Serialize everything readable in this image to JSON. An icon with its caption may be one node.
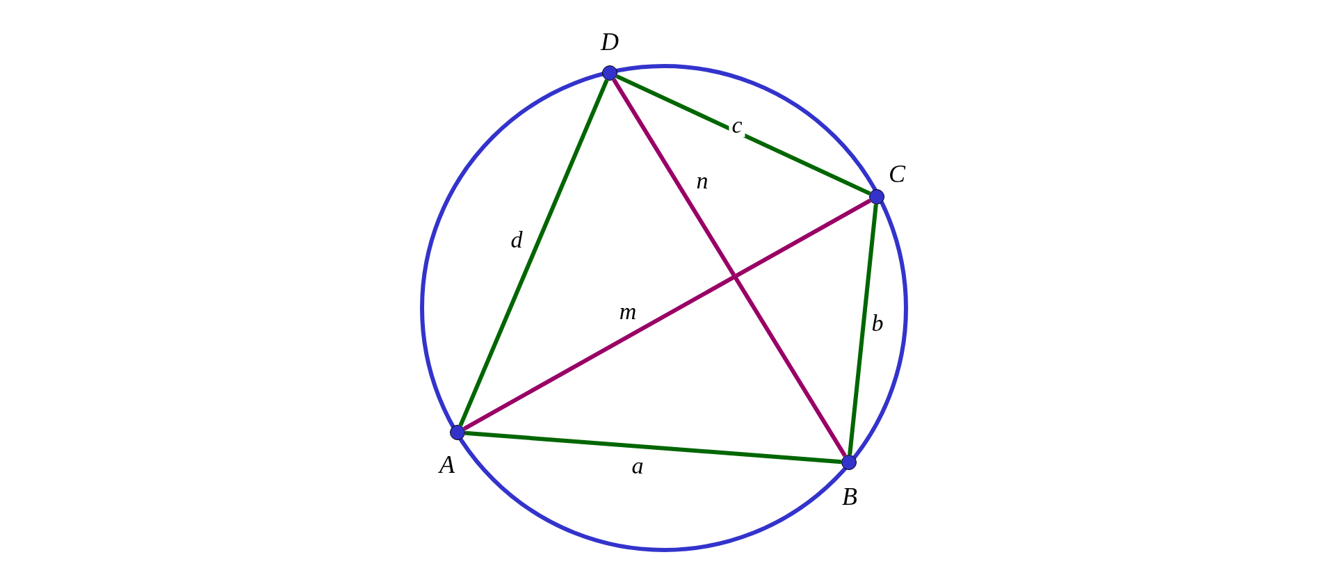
{
  "diagram": {
    "nodes": [
      {
        "text": [],
        "shape": "circle",
        "beside": [
          "A"
        ]
      },
      {
        "text": [],
        "shape": "circle",
        "beside": [
          "B"
        ]
      },
      {
        "text": [],
        "shape": "circle",
        "beside": [
          "C"
        ]
      },
      {
        "text": [],
        "shape": "circle",
        "beside": [
          "D"
        ]
      }
    ],
    "edges": [
      {
        "from": 0,
        "to": 1,
        "arrow": "none",
        "label": "a"
      },
      {
        "from": 1,
        "to": 2,
        "arrow": "none",
        "label": "b"
      },
      {
        "from": 2,
        "to": 3,
        "arrow": "none",
        "label": "c"
      },
      {
        "from": 3,
        "to": 0,
        "arrow": "none",
        "label": "d"
      },
      {
        "from": 0,
        "to": 2,
        "arrow": "none",
        "label": "m",
        "color": "#990066"
      },
      {
        "from": 3,
        "to": 1,
        "arrow": "none",
        "label": "n",
        "color": "#990066"
      }
    ]
  }
}
